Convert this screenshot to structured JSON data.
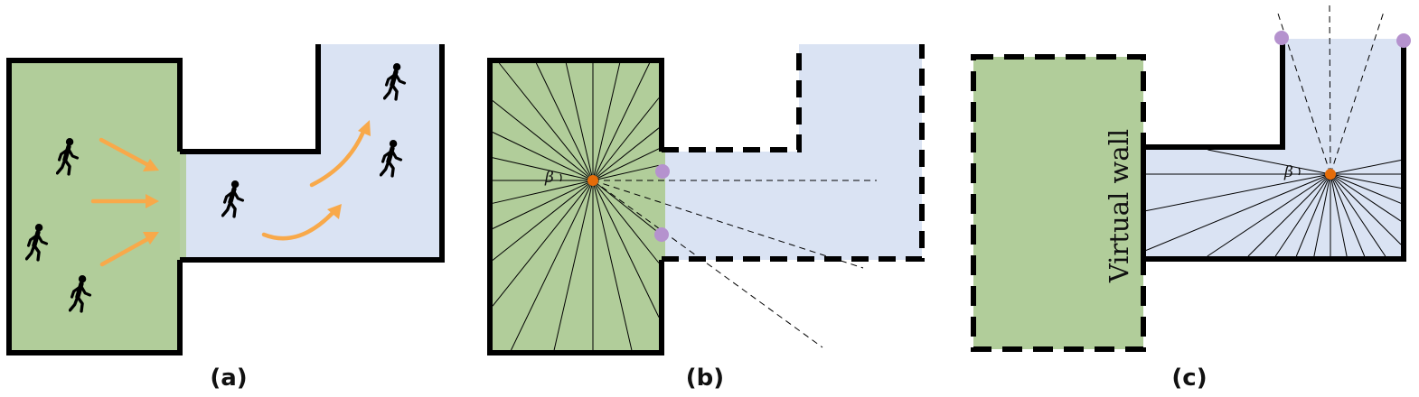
{
  "colors": {
    "room_fill": "#b1cd9a",
    "corridor_fill": "#dae3f3",
    "wall": "#000000",
    "arrow": "#f8a94a",
    "gate_marker": "#b592ce",
    "observer": "#e46c0a"
  },
  "panels": [
    {
      "caption": "(a)"
    },
    {
      "caption": "(b)",
      "angle_label": "β"
    },
    {
      "caption": "(c)",
      "angle_label": "β",
      "virtual_wall_label": "Virtual wall"
    }
  ],
  "icons": [
    "pedestrian-icon",
    "flow-arrow",
    "gate-marker",
    "observer-point"
  ]
}
